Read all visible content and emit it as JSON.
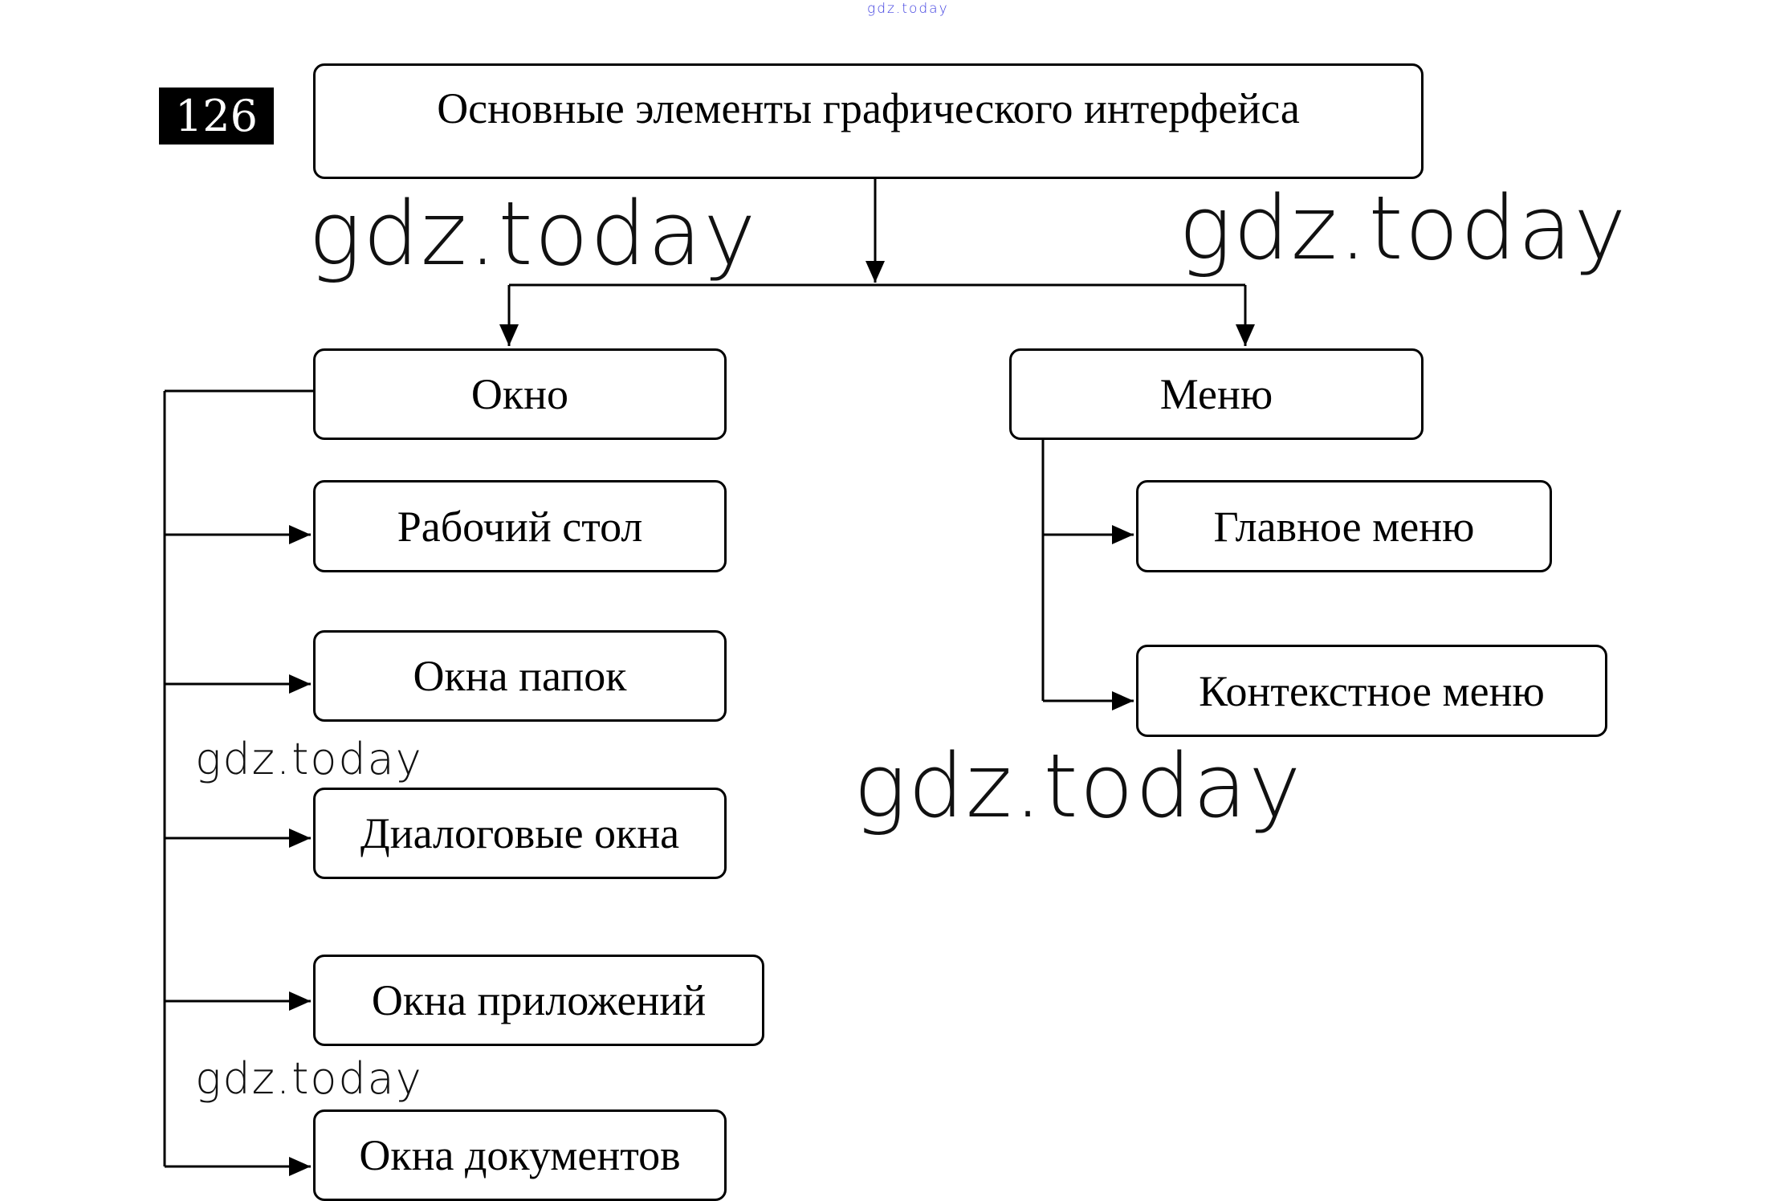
{
  "page_number": "126",
  "watermark": "gdz.today",
  "root": "Основные элементы графического интерфейса",
  "branches": {
    "window": {
      "label": "Окно",
      "children": [
        "Рабочий стол",
        "Окна папок",
        "Диалоговые окна",
        "Окна приложений",
        "Окна документов"
      ]
    },
    "menu": {
      "label": "Меню",
      "children": [
        "Главное меню",
        "Контекстное меню"
      ]
    }
  }
}
